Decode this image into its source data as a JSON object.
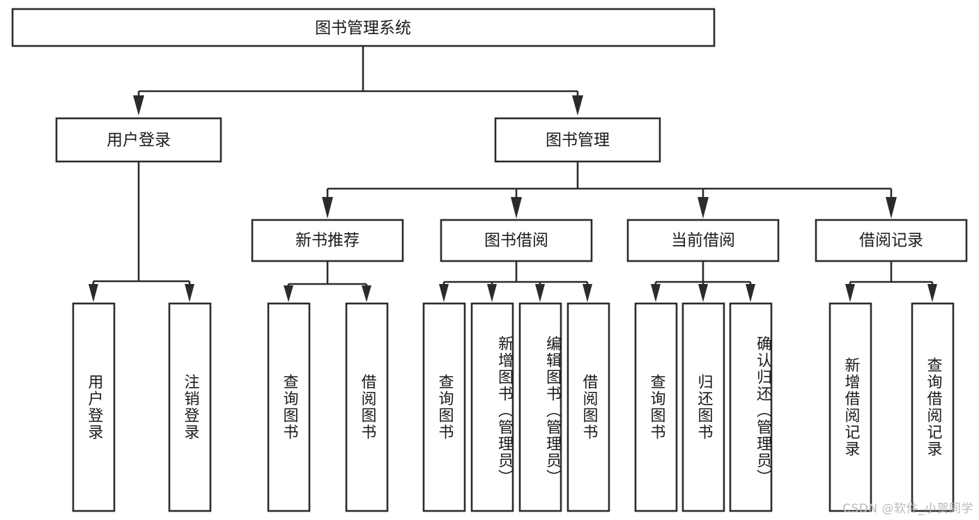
{
  "diagram": {
    "title": "图书管理系统",
    "type": "tree-hierarchy",
    "watermark": "CSDN @软件_小贺同学",
    "colors": {
      "stroke": "#2b2b2b",
      "fill": "#ffffff",
      "text": "#1a1a1a",
      "watermark": "#b9b9b9",
      "background": "#ffffff"
    }
  },
  "root": {
    "label": "图书管理系统"
  },
  "level2": [
    {
      "label": "用户登录"
    },
    {
      "label": "图书管理"
    }
  ],
  "level3": [
    {
      "label": "新书推荐"
    },
    {
      "label": "图书借阅"
    },
    {
      "label": "当前借阅"
    },
    {
      "label": "借阅记录"
    }
  ],
  "leaves": {
    "user_login": [
      {
        "label": "用户登录"
      },
      {
        "label": "注销登录"
      }
    ],
    "new_book": [
      {
        "label": "查询图书"
      },
      {
        "label": "借阅图书"
      }
    ],
    "book_borrow": [
      {
        "label": "查询图书"
      },
      {
        "label": "新增图书（管理员）"
      },
      {
        "label": "编辑图书（管理员）"
      },
      {
        "label": "借阅图书"
      }
    ],
    "current_borrow": [
      {
        "label": "查询图书"
      },
      {
        "label": "归还图书"
      },
      {
        "label": "确认归还（管理员）"
      }
    ],
    "borrow_record": [
      {
        "label": "新增借阅记录"
      },
      {
        "label": "查询借阅记录"
      }
    ]
  }
}
